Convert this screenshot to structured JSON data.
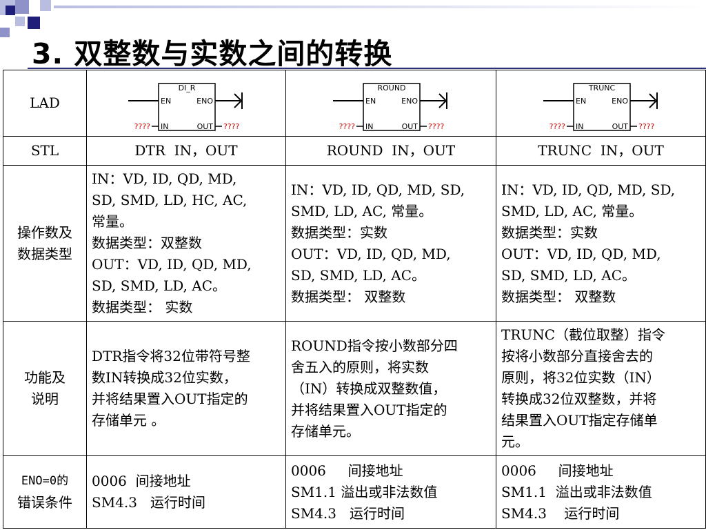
{
  "title": "3. 双整数与实数之间的转换",
  "colors": {
    "accent": "#2b2f7a",
    "deco_dark": "#1f1f7a",
    "deco_light": "#b9bde0",
    "deco_mid": "#8f92c9",
    "question_marks": "#cc0000"
  },
  "table": {
    "row_headers": {
      "lad": "LAD",
      "stl": "STL",
      "operands": [
        "操作数及",
        "数据类型"
      ],
      "function": [
        "功能及",
        "说明"
      ],
      "error": [
        "ENO=0的",
        "错误条件"
      ]
    },
    "columns": [
      {
        "lad": {
          "box_label": "DI_R",
          "en": "EN",
          "eno": "ENO",
          "in": "IN",
          "out": "OUT",
          "in_value": "????",
          "out_value": "????"
        },
        "stl": "DTR  IN，OUT",
        "operands": [
          "IN：VD, ID, QD, MD,",
          "SD, SMD, LD, HC, AC,",
          "常量。",
          "数据类型：双整数",
          "OUT：VD, ID, QD, MD,",
          "SD, SMD, LD, AC。",
          "数据类型： 实数"
        ],
        "function": [
          "DTR指令将32位带符号整",
          "数IN转换成32位实数，",
          "并将结果置入OUT指定的",
          "存储单元 。"
        ],
        "error": [
          "0006  间接地址",
          "SM4.3   运行时间"
        ]
      },
      {
        "lad": {
          "box_label": "ROUND",
          "en": "EN",
          "eno": "ENO",
          "in": "IN",
          "out": "OUT",
          "in_value": "????",
          "out_value": "????"
        },
        "stl": "ROUND  IN，OUT",
        "operands": [
          "IN：VD, ID, QD, MD, SD,",
          "SMD, LD, AC, 常量。",
          "数据类型：实数",
          "OUT：VD, ID, QD, MD,",
          "SD, SMD, LD, AC。",
          "数据类型： 双整数"
        ],
        "function": [
          "ROUND指令按小数部分四",
          "舍五入的原则，将实数",
          "（IN）转换成双整数值，",
          "并将结果置入OUT指定的",
          "存储单元。"
        ],
        "error": [
          "0006     间接地址",
          "SM1.1 溢出或非法数值",
          "SM4.3   运行时间"
        ]
      },
      {
        "lad": {
          "box_label": "TRUNC",
          "en": "EN",
          "eno": "ENO",
          "in": "IN",
          "out": "OUT",
          "in_value": "????",
          "out_value": "????"
        },
        "stl": "TRUNC  IN，OUT",
        "operands": [
          "IN：VD, ID, QD, MD, SD,",
          "SMD, LD, AC, 常量。",
          "数据类型：实数",
          "OUT：VD, ID, QD, MD,",
          "SD, SMD, LD, AC。",
          "数据类型： 双整数"
        ],
        "function": [
          "TRUNC（截位取整）指令",
          "按将小数部分直接舍去的",
          "原则，将32位实数（IN）",
          "转换成32位双整数，并将",
          "结果置入OUT指定存储单",
          "元。"
        ],
        "error": [
          "0006     间接地址",
          "SM1.1  溢出或非法数值",
          "SM4.3    运行时间"
        ]
      }
    ]
  }
}
